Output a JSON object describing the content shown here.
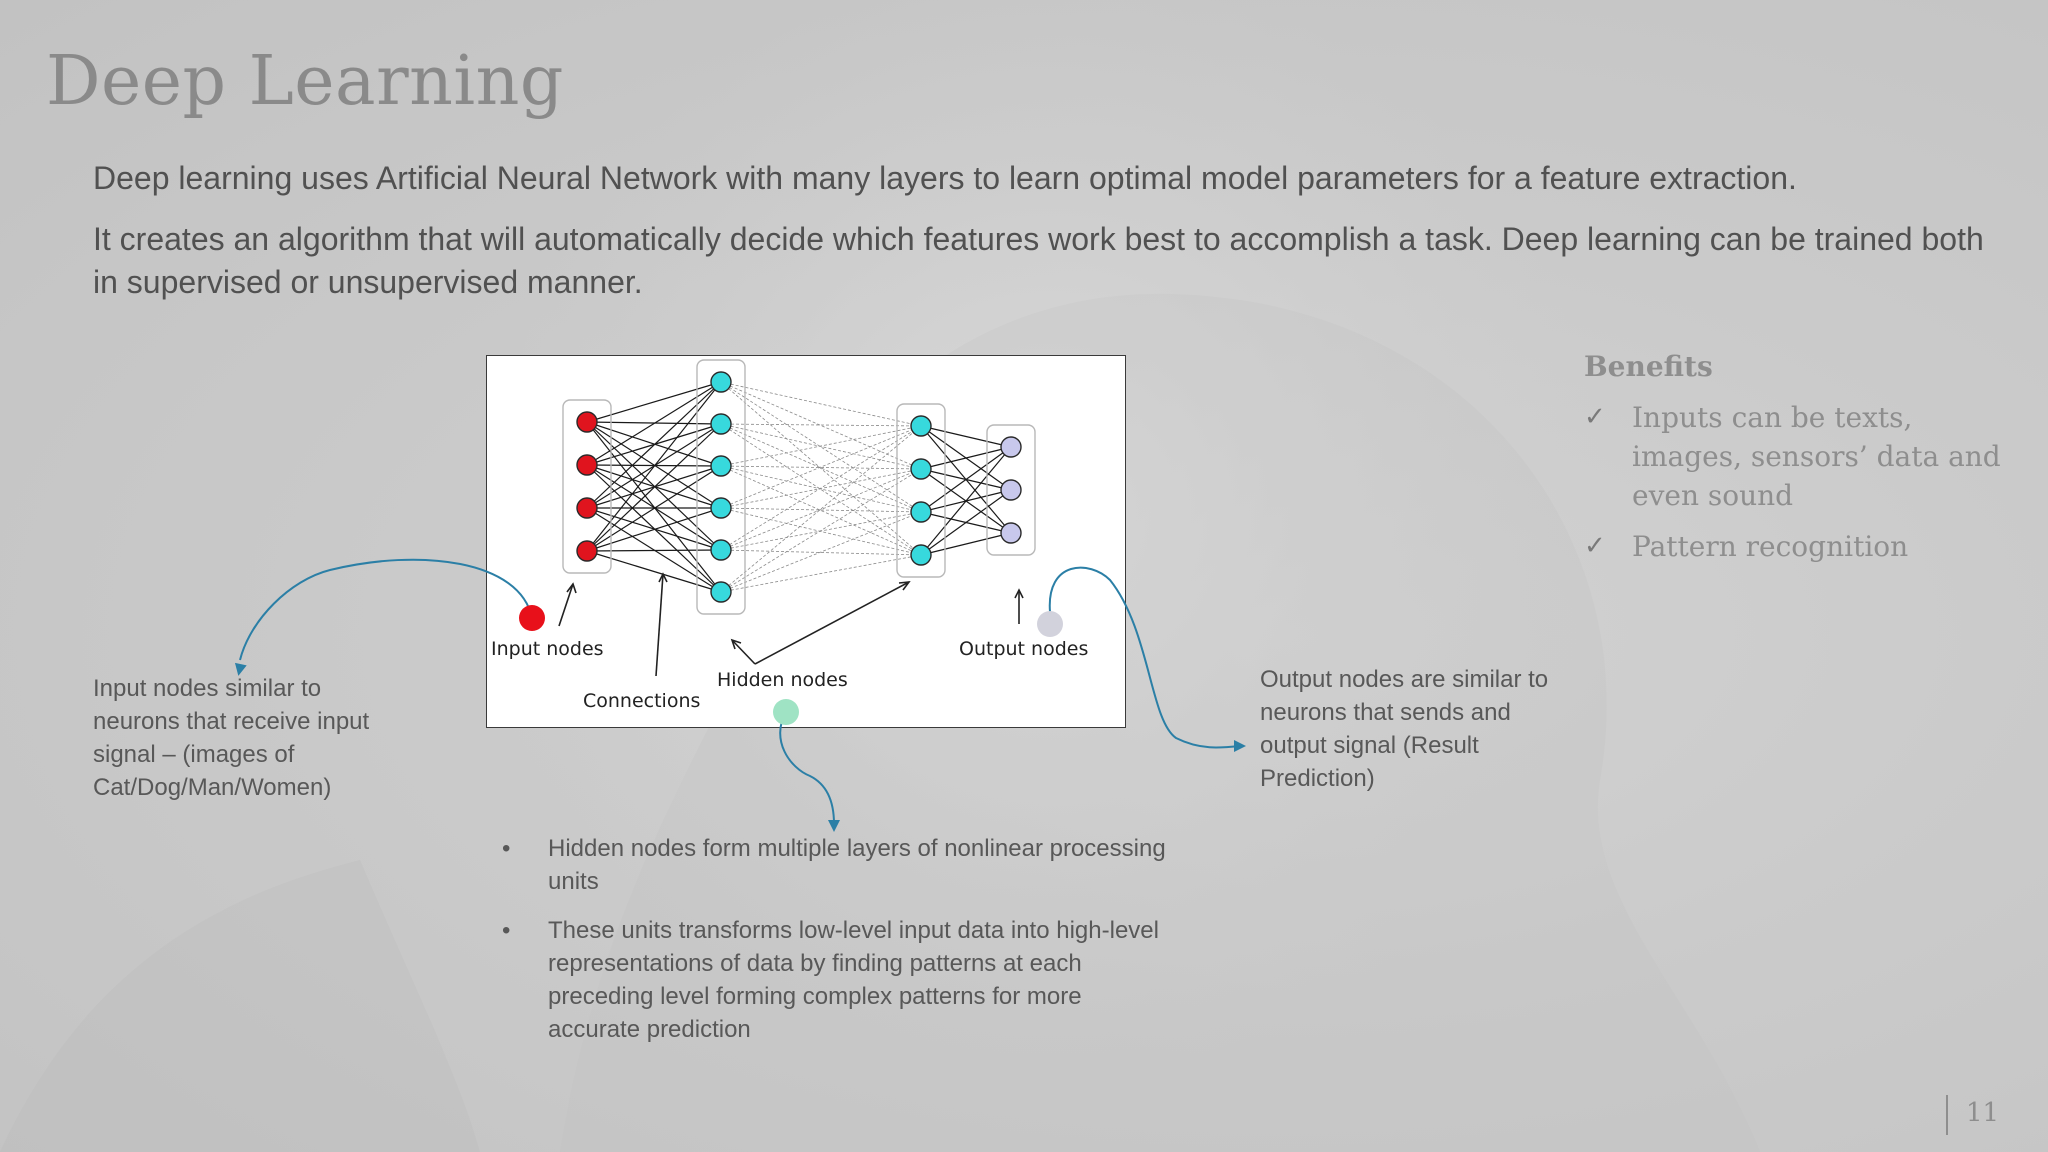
{
  "slide": {
    "title": "Deep Learning",
    "paragraphs": [
      "Deep learning uses Artificial Neural Network with many layers to learn optimal model parameters for a feature extraction.",
      "It creates an algorithm that will automatically decide which features work best to accomplish a task. Deep learning can be trained both in supervised or unsupervised manner."
    ],
    "page_number": "11"
  },
  "diagram": {
    "labels": {
      "input_nodes": "Input nodes",
      "connections": "Connections",
      "hidden_nodes": "Hidden nodes",
      "output_nodes": "Output nodes"
    },
    "layers": [
      {
        "name": "input",
        "nodes": 4,
        "color": "#e0141e"
      },
      {
        "name": "hidden-1",
        "nodes": 6,
        "color": "#37d9dd"
      },
      {
        "name": "hidden-2",
        "nodes": 4,
        "color": "#37d9dd"
      },
      {
        "name": "output",
        "nodes": 3,
        "color": "#c8c8ec"
      }
    ],
    "marker_colors": {
      "input": "#e8101a",
      "hidden": "#9fe3c4",
      "output": "#d2d2dc",
      "arrow": "#2b7fa6"
    }
  },
  "benefits": {
    "heading": "Benefits",
    "items": [
      "Inputs can be texts, images, sensors’ data and even sound",
      "Pattern recognition"
    ]
  },
  "notes": {
    "input": "Input nodes similar to neurons that receive input signal – (images of Cat/Dog/Man/Women)",
    "output": "Output nodes are similar to neurons that sends and output signal (Result Prediction)",
    "hidden": [
      "Hidden nodes form multiple layers of nonlinear processing units",
      "These units transforms low-level input data into high-level representations of data by finding patterns at each preceding level forming complex patterns for more accurate prediction"
    ]
  }
}
